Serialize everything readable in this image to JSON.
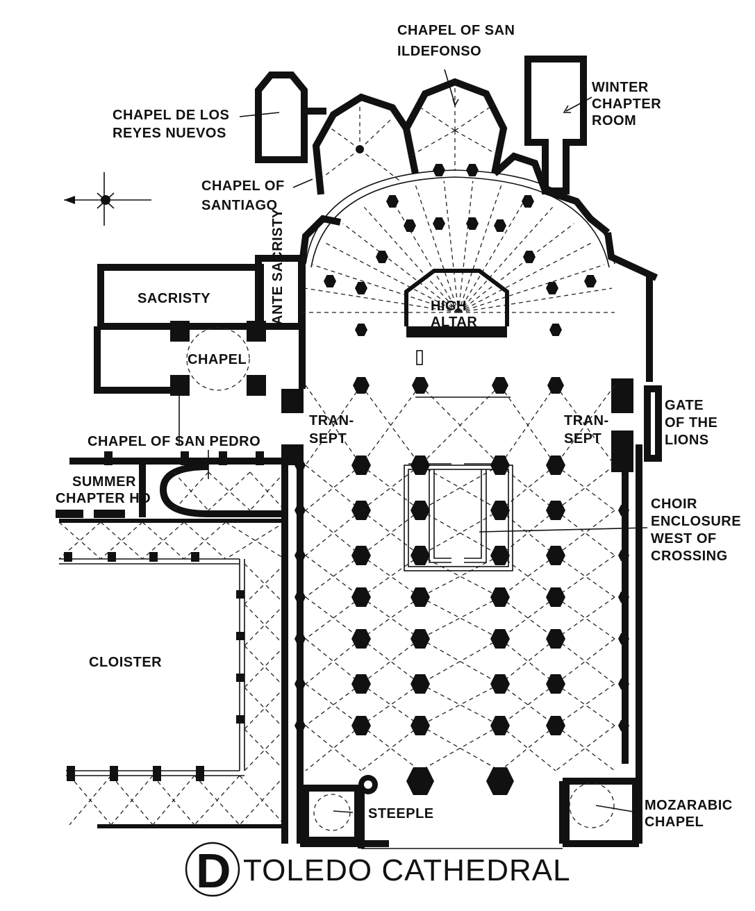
{
  "title": "TOLEDO CATHEDRAL",
  "plate_letter": "D",
  "labels": {
    "chapel_san_ildefonso_1": "CHAPEL OF SAN",
    "chapel_san_ildefonso_2": "ILDEFONSO",
    "winter_1": "WINTER",
    "winter_2": "CHAPTER",
    "winter_3": "ROOM",
    "reyes_1": "CHAPEL DE LOS",
    "reyes_2": "REYES NUEVOS",
    "santiago_1": "CHAPEL OF",
    "santiago_2": "SANTIAGO",
    "sacristy": "SACRISTY",
    "ante_sacristy": "ANTE SACRISTY",
    "high_1": "HIGH",
    "high_2": "ALTAR",
    "chapel": "CHAPEL",
    "transept_l_1": "TRAN-",
    "transept_l_2": "SEPT",
    "transept_r_1": "TRAN-",
    "transept_r_2": "SEPT",
    "gate_1": "GATE",
    "gate_2": "OF THE",
    "gate_3": "LIONS",
    "san_pedro": "CHAPEL OF SAN PEDRO",
    "summer_1": "SUMMER",
    "summer_2": "CHAPTER HO",
    "choir_1": "CHOIR",
    "choir_2": "ENCLOSURE",
    "choir_3": "WEST OF",
    "choir_4": "CROSSING",
    "cloister": "CLOISTER",
    "steeple": "STEEPLE",
    "mozarabic_1": "MOZARABIC",
    "mozarabic_2": "CHAPEL"
  },
  "icons": {
    "compass": "compass-rose-arrow-west"
  }
}
